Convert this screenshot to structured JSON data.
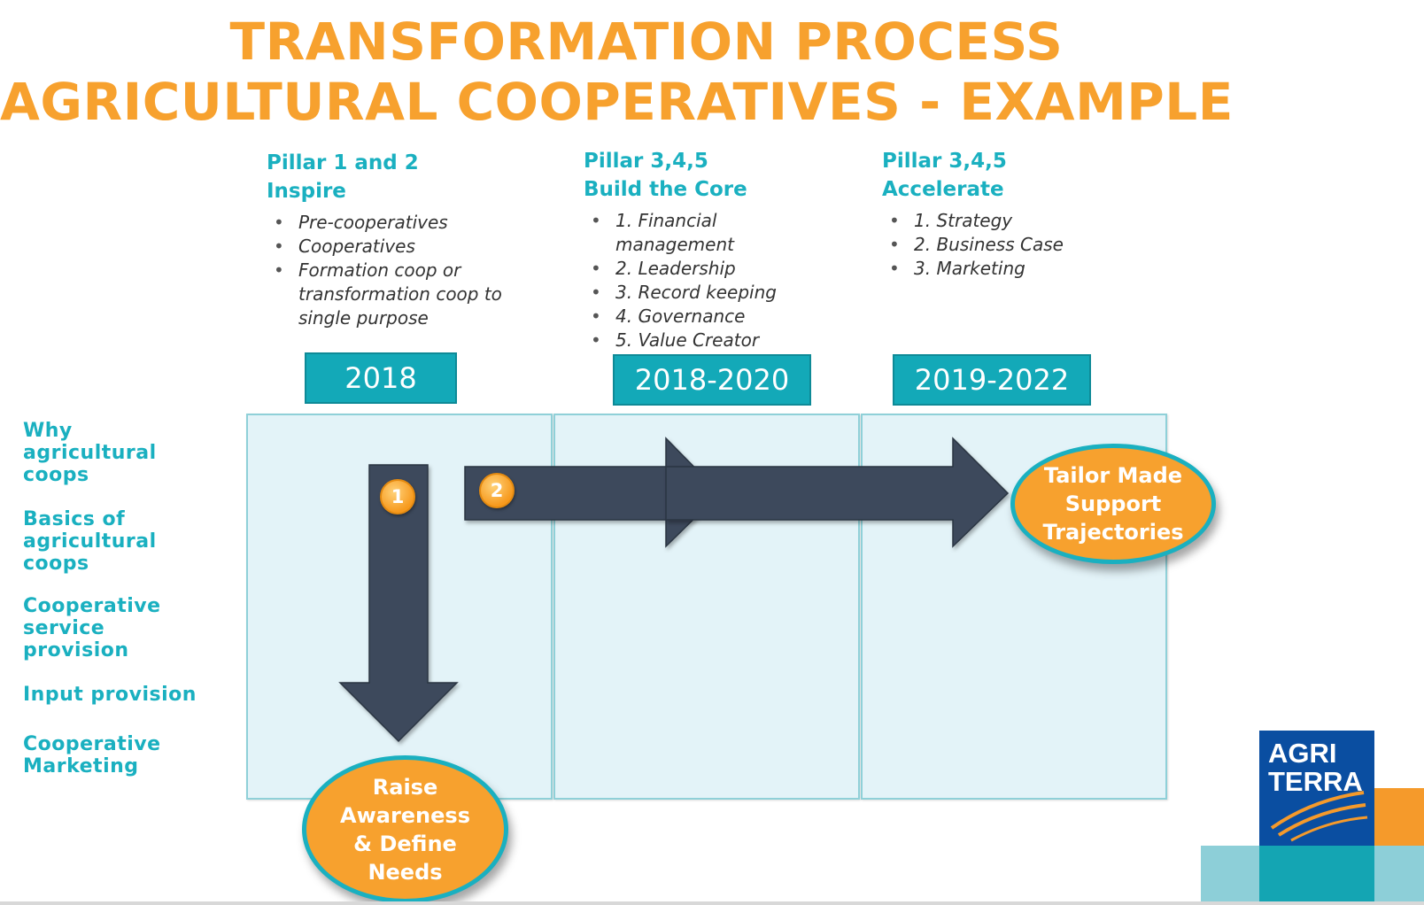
{
  "title": {
    "line1": "TRANSFORMATION PROCESS",
    "line2": "AGRICULTURAL COOPERATIVES - EXAMPLE"
  },
  "pillars": [
    {
      "head1": "Pillar 1 and 2",
      "head2": "Inspire",
      "bullets": [
        "Pre-cooperatives",
        "Cooperatives",
        "Formation coop or transformation coop to single purpose"
      ]
    },
    {
      "head1": "Pillar 3,4,5",
      "head2": "Build the Core",
      "bullets": [
        "1. Financial management",
        "2. Leadership",
        "3. Record keeping",
        "4. Governance",
        "5. Value Creator"
      ]
    },
    {
      "head1": "Pillar 3,4,5",
      "head2": "Accelerate",
      "bullets": [
        "1. Strategy",
        "2. Business Case",
        "3. Marketing"
      ]
    }
  ],
  "years": [
    "2018",
    "2018-2020",
    "2019-2022"
  ],
  "side_labels": [
    "Why agricultural coops",
    "Basics of agricultural coops",
    "Cooperative service provision",
    "Input provision",
    "Cooperative Marketing"
  ],
  "badges": [
    "1",
    "2"
  ],
  "outcomes": {
    "left": "Raise Awareness & Define Needs",
    "right": "Tailor Made Support Trajectories"
  },
  "logo": {
    "line1": "AGRI",
    "line2": "TERRA"
  },
  "colors": {
    "title": "#f7a12e",
    "accent": "#1ab0c0",
    "year_box": "#13a9b8",
    "arrow": "#3d4a5c",
    "outcome": "#f7a12e",
    "logo_blue": "#0a4ea1"
  }
}
